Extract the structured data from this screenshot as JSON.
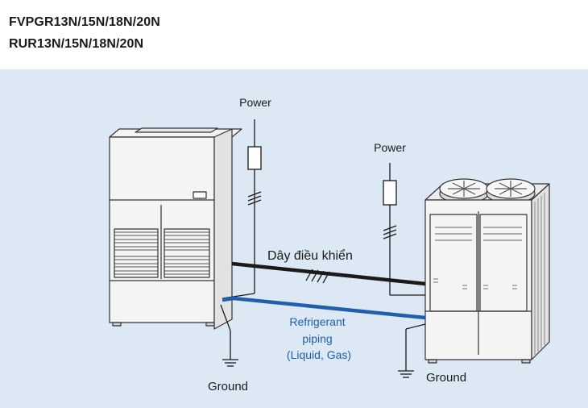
{
  "header": {
    "model_line_1": "FVPGR13N/15N/18N/20N",
    "model_line_2": "RUR13N/15N/18N/20N"
  },
  "diagram": {
    "labels": {
      "power_indoor": "Power",
      "power_outdoor": "Power",
      "control_wire": "Dây điều khiển",
      "refrigerant_1": "Refrigerant",
      "refrigerant_2": "piping",
      "refrigerant_3": "(Liquid, Gas)",
      "ground_indoor": "Ground",
      "ground_outdoor": "Ground"
    },
    "colors": {
      "background": "#dde8f5",
      "control_wire": "#1a1a1a",
      "refrigerant_pipe": "#1f5fae",
      "refrigerant_text": "#1f5fae",
      "unit_fill": "#f4f4f4",
      "outline": "#333333"
    }
  }
}
